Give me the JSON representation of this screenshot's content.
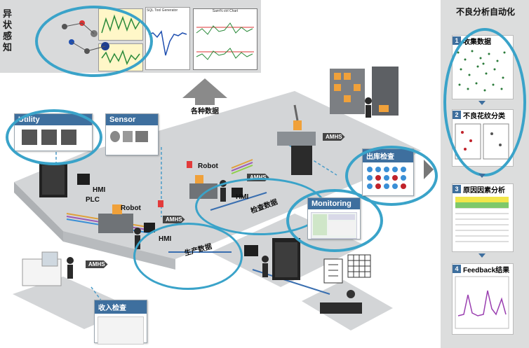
{
  "top_panel": {
    "side_label": "异状感知",
    "mini_chart_title": "SQL Tool Generator",
    "chart_title": "Sam% ctrl Chart"
  },
  "upload_label": "各种数据",
  "utility": {
    "title": "Utility"
  },
  "sensor": {
    "title": "Sensor"
  },
  "monitoring": {
    "title": "Monitoring"
  },
  "outgoing": {
    "title": "出库检查"
  },
  "incoming": {
    "title": "收入检查"
  },
  "labels": {
    "hmi_plc_1": "HMI",
    "plc": "PLC",
    "robot_1": "Robot",
    "robot_2": "Robot",
    "hmi_2": "HMI",
    "hmi_3": "HMI",
    "inspection_data": "检查数据",
    "production_data": "生产数据"
  },
  "amhs_label": "AMHS",
  "right_panel": {
    "title": "不良分析自动化",
    "steps": [
      {
        "num": "1",
        "label": "收集数据"
      },
      {
        "num": "2",
        "label": "不良花纹分类"
      },
      {
        "num": "3",
        "label": "原因因素分析"
      },
      {
        "num": "4",
        "label": "Feedback结果"
      }
    ]
  },
  "colors": {
    "accent": "#3aa3c9",
    "header": "#3e6f9e",
    "floor": "#c9cbcd"
  }
}
